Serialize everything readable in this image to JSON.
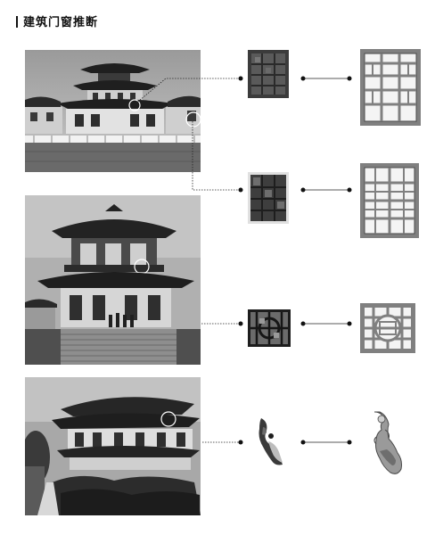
{
  "title": "建筑门窗推断",
  "colors": {
    "frame_fill": "#808080",
    "frame_stroke": "#4a4a4a",
    "glass": "#f4f4f4",
    "photo_dark": "#2e2e2e",
    "photo_mid": "#6b6b6b",
    "photo_light": "#bdbdbd",
    "connector": "#222222"
  },
  "rows": [
    {
      "photo": "photo-pagoda-front",
      "detail": "window-detail-lattice-1",
      "reconstruction": "window-reconstruction-grid-1"
    },
    {
      "photo": "photo-pagoda-front",
      "detail": "window-detail-lattice-2",
      "reconstruction": "window-reconstruction-grid-2"
    },
    {
      "photo": "photo-pavilion-octagonal",
      "detail": "window-detail-circle",
      "reconstruction": "window-reconstruction-circle"
    },
    {
      "photo": "photo-hall-garden",
      "detail": "ornament-detail-bracket",
      "reconstruction": "ornament-reconstruction-bracket"
    }
  ]
}
